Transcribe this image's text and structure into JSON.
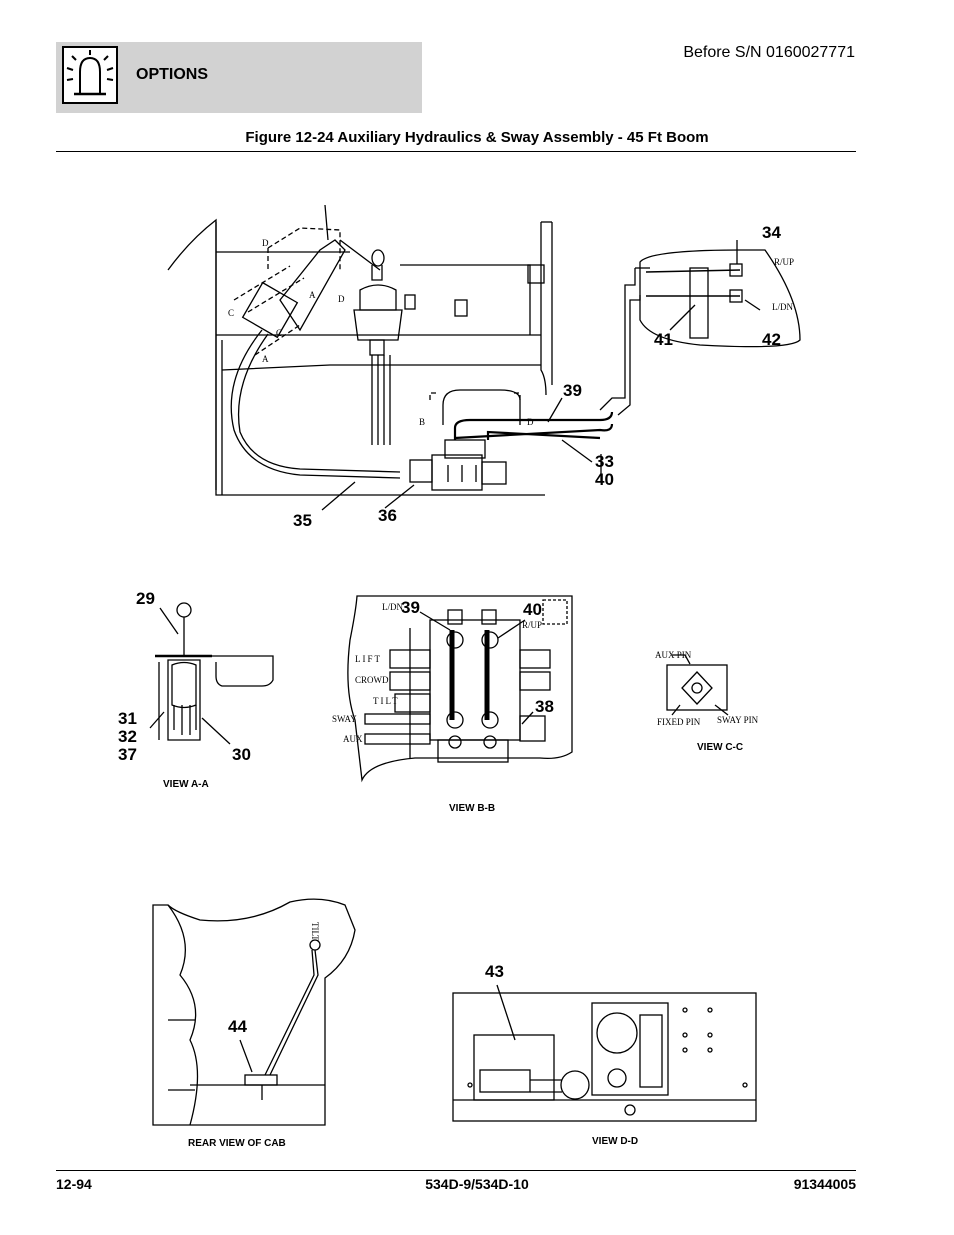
{
  "header": {
    "section": "OPTIONS",
    "serial": "Before S/N 0160027771",
    "icon": "beacon-light-icon"
  },
  "figure_title": "Figure 12-24 Auxiliary Hydraulics & Sway Assembly - 45 Ft Boom",
  "main_view": {
    "callouts": [
      "34",
      "41",
      "42",
      "39",
      "33",
      "40",
      "35",
      "36"
    ],
    "letters": [
      "D",
      "A",
      "C",
      "C",
      "A",
      "D",
      "B",
      "D"
    ],
    "small_labels": [
      "R/UP",
      "L/DN"
    ]
  },
  "view_aa": {
    "caption": "VIEW A-A",
    "callouts": [
      "29",
      "31",
      "32",
      "37",
      "30"
    ]
  },
  "view_bb": {
    "caption": "VIEW B-B",
    "callouts": [
      "39",
      "40",
      "38"
    ],
    "labels": [
      "L/DN",
      "R/UP",
      "LIFT",
      "CROWD",
      "TILT",
      "SWAY",
      "AUX"
    ]
  },
  "view_cc": {
    "caption": "VIEW C-C",
    "labels": [
      "AUX PIN",
      "FIXED PIN",
      "SWAY PIN"
    ]
  },
  "rear_view": {
    "caption": "REAR VIEW OF CAB",
    "callouts": [
      "44"
    ],
    "labels": [
      "TILT"
    ]
  },
  "view_dd": {
    "caption": "VIEW D-D",
    "callouts": [
      "43"
    ]
  },
  "footer": {
    "page": "12-94",
    "model": "534D-9/534D-10",
    "doc_number": "91344005"
  }
}
